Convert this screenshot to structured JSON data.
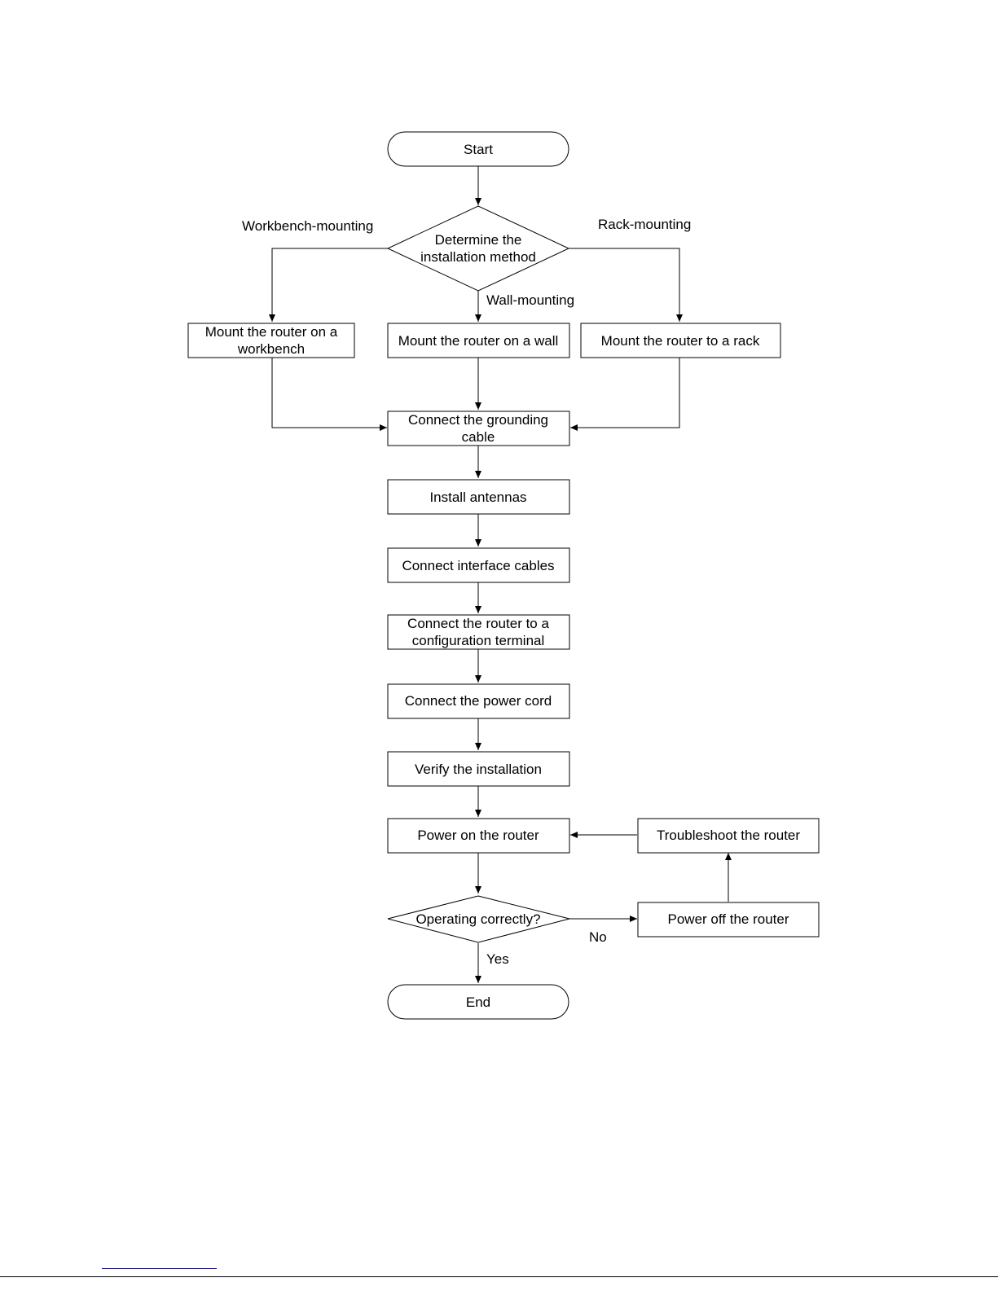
{
  "nodes": {
    "start": "Start",
    "determine_line1": "Determine the",
    "determine_line2": "installation method",
    "workbench_line1": "Mount the router on a",
    "workbench_line2": "workbench",
    "wall": "Mount the router on a wall",
    "rack": "Mount the router to a rack",
    "ground_line1": "Connect the grounding",
    "ground_line2": "cable",
    "antennas": "Install antennas",
    "interface": "Connect interface cables",
    "terminal_line1": "Connect the router to a",
    "terminal_line2": "configuration terminal",
    "power_cord": "Connect the power cord",
    "verify": "Verify the installation",
    "power_on": "Power on the router",
    "operating": "Operating correctly?",
    "power_off": "Power off the router",
    "troubleshoot": "Troubleshoot the router",
    "end": "End"
  },
  "edge_labels": {
    "workbench": "Workbench-mounting",
    "rack": "Rack-mounting",
    "wall": "Wall-mounting",
    "no": "No",
    "yes": "Yes"
  }
}
